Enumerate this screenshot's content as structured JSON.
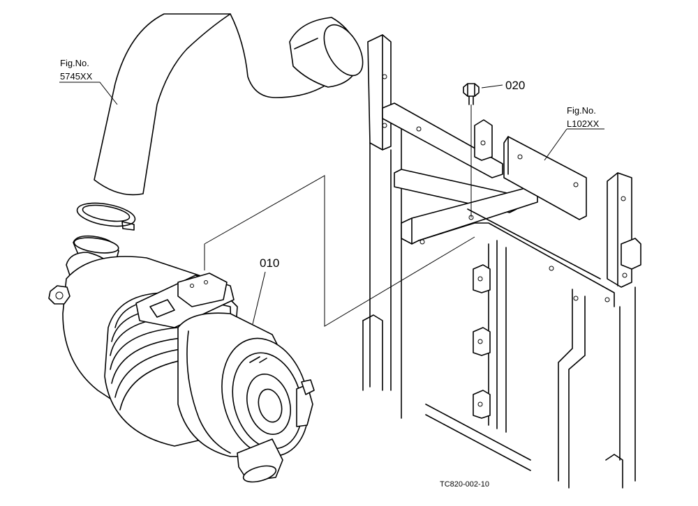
{
  "callouts": {
    "hose_ref_line1": "Fig.No.",
    "hose_ref_line2": "5745XX",
    "bracket_ref_line1": "Fig.No.",
    "bracket_ref_line2": "L102XX",
    "part_010": "010",
    "part_020": "020"
  },
  "drawing_id": "TC820-002-10",
  "icons": [
    "air-cleaner-assembly",
    "intake-hose",
    "hose-clamp",
    "bolt",
    "frame-bracket",
    "mounting-frame"
  ],
  "colors": {
    "line": "#000000",
    "background": "#ffffff"
  }
}
